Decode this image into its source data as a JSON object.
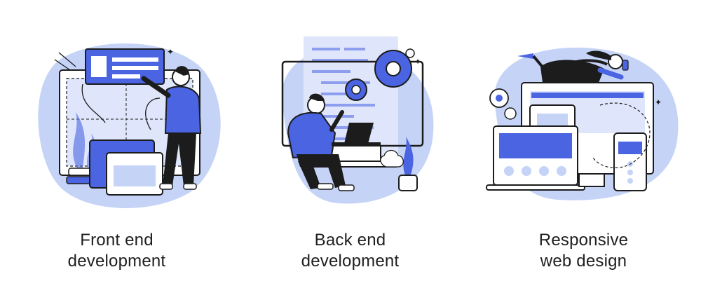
{
  "colors": {
    "blob": "#c5d3f7",
    "accent": "#4a64e2",
    "ink": "#1c1c1c",
    "paper": "#ffffff"
  },
  "panels": [
    {
      "title_line1": "Front end",
      "title_line2": "development",
      "icon": "front-end-development-illustration"
    },
    {
      "title_line1": "Back end",
      "title_line2": "development",
      "icon": "back-end-development-illustration"
    },
    {
      "title_line1": "Responsive",
      "title_line2": "web design",
      "icon": "responsive-web-design-illustration"
    }
  ]
}
